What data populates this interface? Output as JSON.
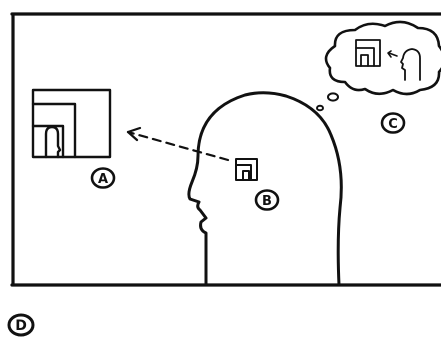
{
  "labels": {
    "a": "A",
    "b": "B",
    "c": "C",
    "d": "D"
  },
  "icons": [
    "framed-picture-icon",
    "person-head-silhouette-icon",
    "thought-bubble-icon",
    "dashed-arrow-icon"
  ],
  "colors": {
    "ink": "#111111",
    "paper": "#ffffff"
  }
}
